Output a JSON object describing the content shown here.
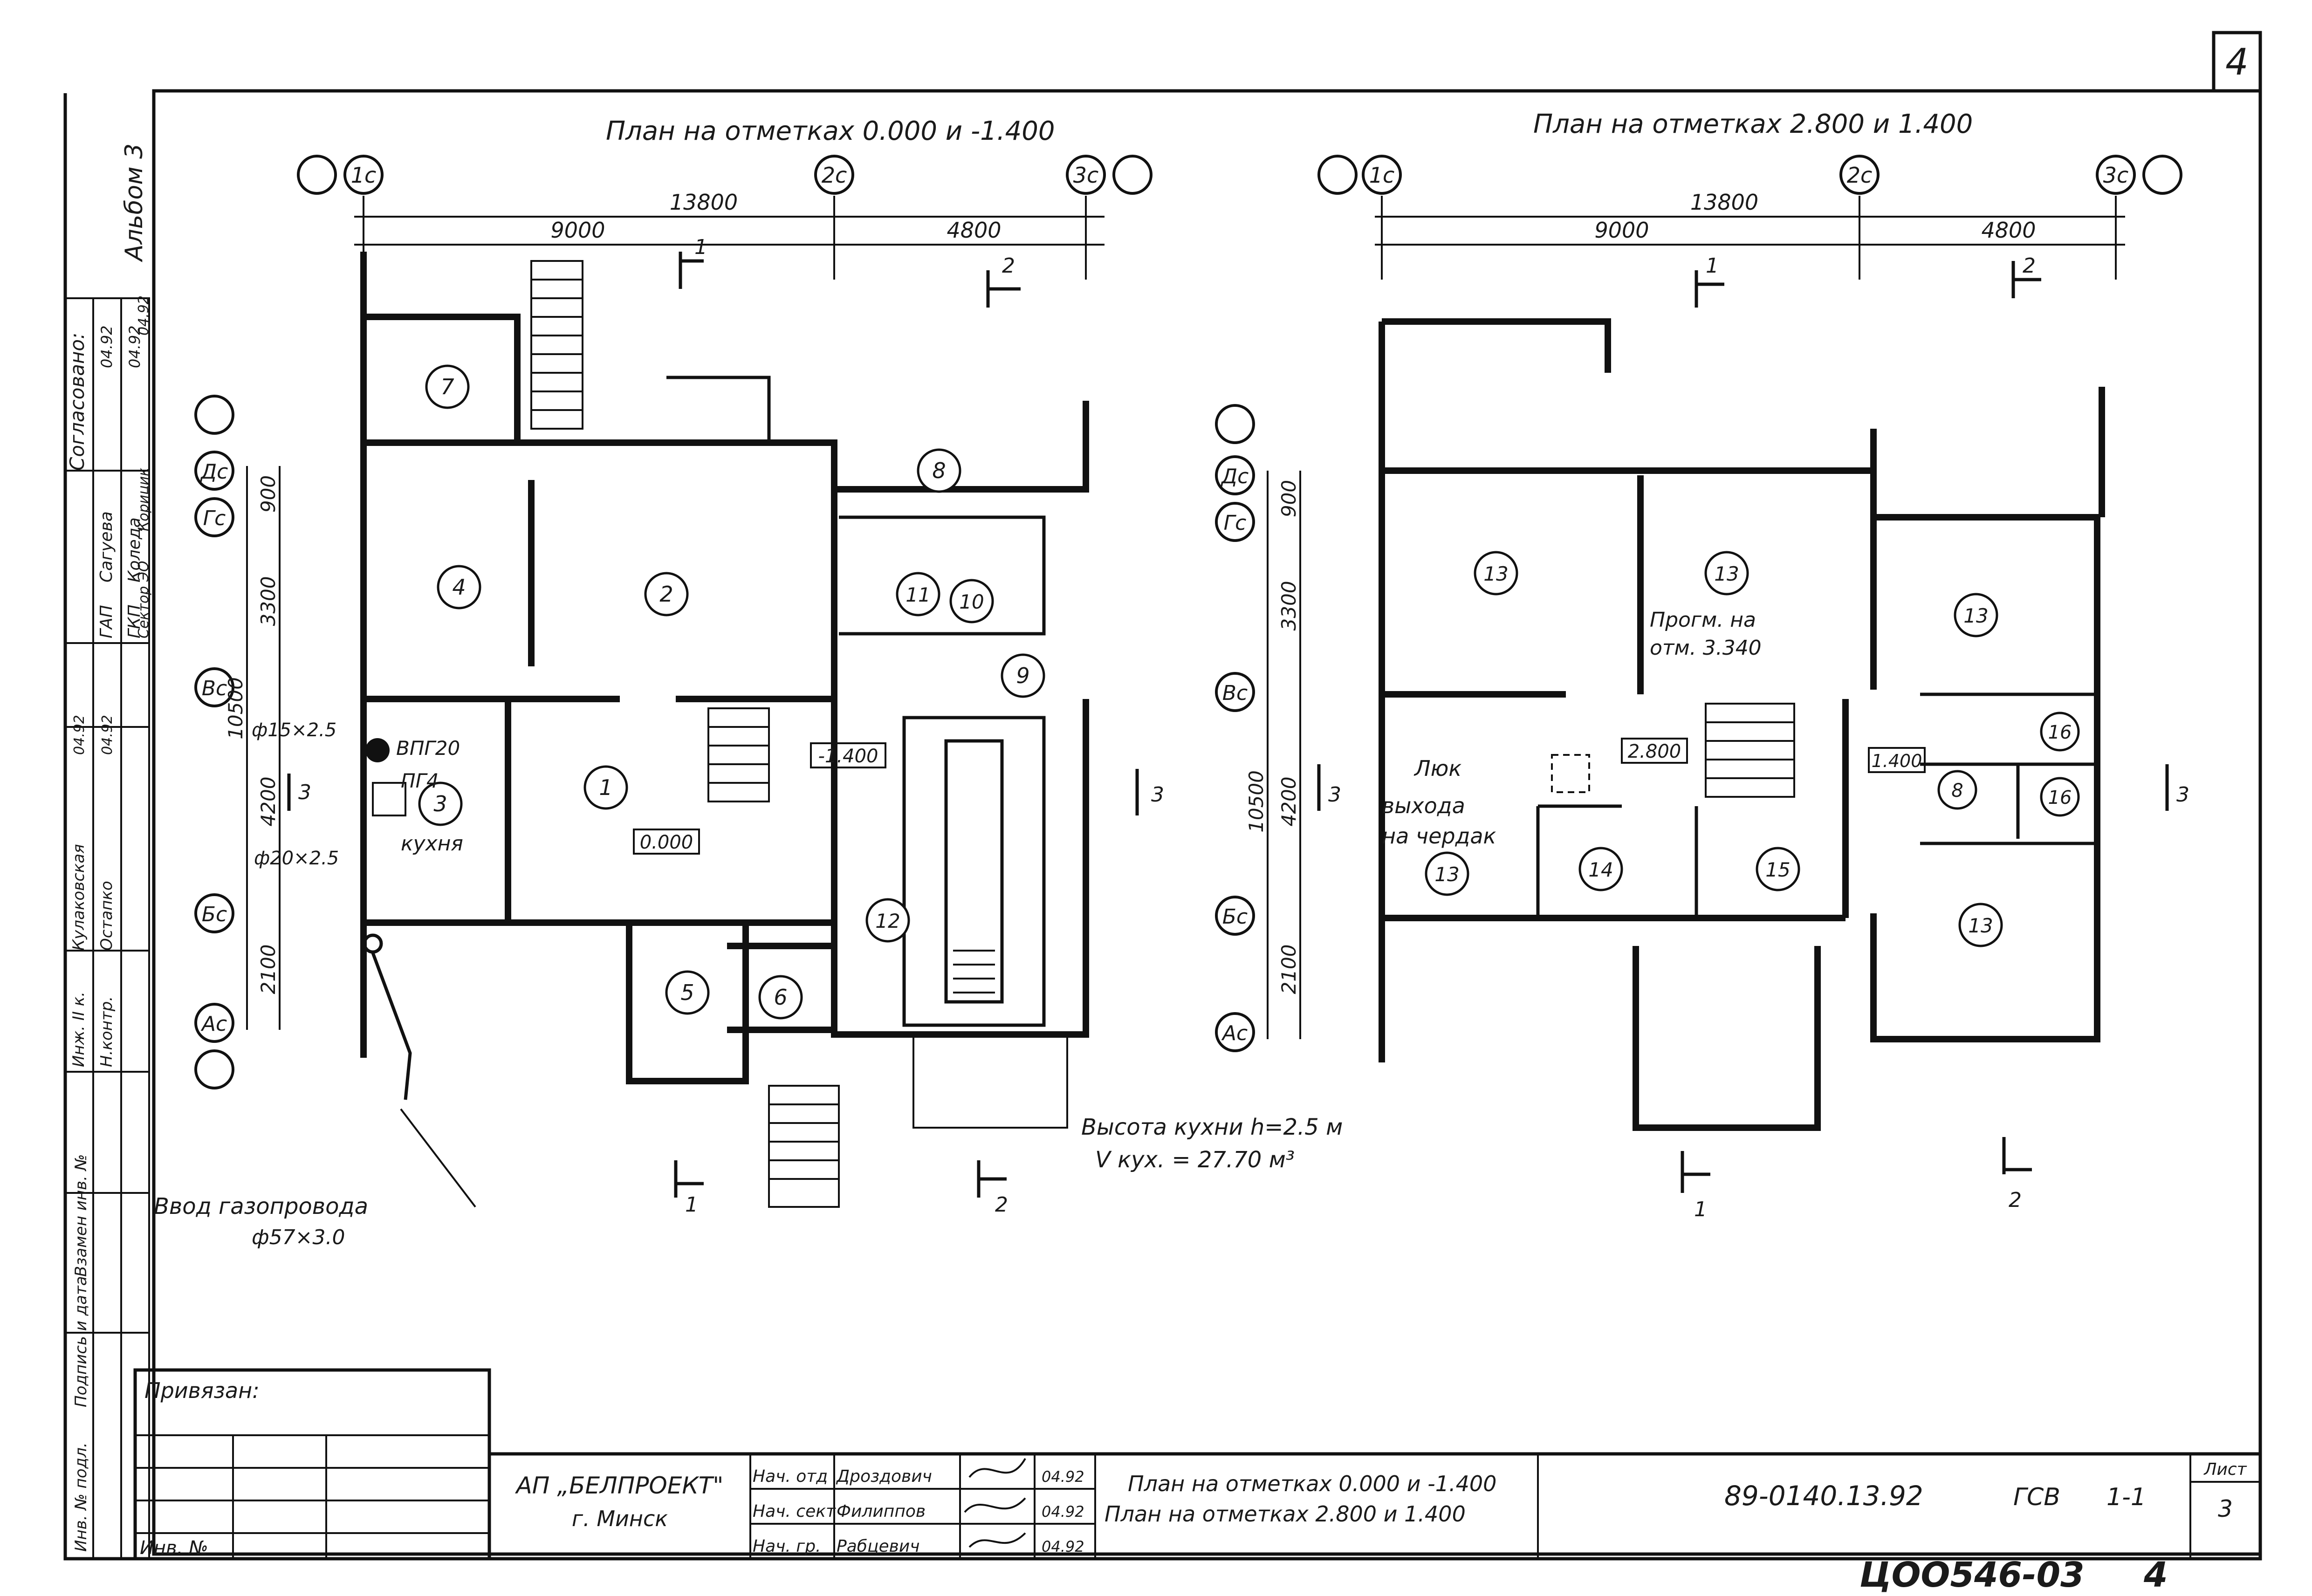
{
  "sheet_number_corner": "4",
  "album": "Альбом 3",
  "left_plan": {
    "title": "План на отметках 0.000 и -1.400",
    "axes_x": [
      "1с",
      "2с",
      "3с"
    ],
    "axes_y": [
      "Дс",
      "Гс",
      "Вс",
      "Бс",
      "Ас"
    ],
    "dim_total": "13800",
    "dim_a": "9000",
    "dim_b": "4800",
    "dim_v_total": "10500",
    "dim_v": [
      "900",
      "3300",
      "4200",
      "2100"
    ],
    "rooms": [
      "7",
      "4",
      "2",
      "8",
      "11",
      "10",
      "9",
      "1",
      "3",
      "5",
      "6",
      "12"
    ],
    "marks": [
      "0.000",
      "-1.400"
    ],
    "equip_1": "ВПГ20",
    "equip_2": "ПГ4",
    "kitchen": "кухня",
    "pipe_1": "ф15×2.5",
    "pipe_2": "ф20×2.5",
    "gas_input_1": "Ввод газопровода",
    "gas_input_2": "ф57×3.0",
    "section_labels": [
      "1",
      "2",
      "3",
      "1",
      "2",
      "3"
    ]
  },
  "right_plan": {
    "title": "План на отметках 2.800 и 1.400",
    "axes_x": [
      "1с",
      "2с",
      "3с"
    ],
    "axes_y": [
      "Дс",
      "Гс",
      "Вс",
      "Бс",
      "Ас"
    ],
    "dim_total": "13800",
    "dim_a": "9000",
    "dim_b": "4800",
    "dim_v_total": "10500",
    "dim_v": [
      "900",
      "3300",
      "4200",
      "2100"
    ],
    "rooms": [
      "13",
      "13",
      "13",
      "16",
      "8",
      "16",
      "13",
      "14",
      "15",
      "13"
    ],
    "marks": [
      "2.800",
      "1.400"
    ],
    "prog_1": "Прогм. на",
    "prog_2": "отм. 3.340",
    "hatch_1": "Люк",
    "hatch_2": "выхода",
    "hatch_3": "на чердак",
    "section_labels": [
      "1",
      "2",
      "3",
      "1",
      "2",
      "3"
    ]
  },
  "kitchen_note_1": "Высота кухни h=2.5 м",
  "kitchen_note_2": "V кух. = 27.70 м³",
  "left_table": {
    "agreed": "Согласовано:",
    "rows": [
      {
        "role": "ГАП",
        "name": "Сагуева",
        "date": "04.92"
      },
      {
        "role": "ГКП",
        "name": "Коледа",
        "date": "04.92"
      },
      {
        "role": "Сектор ЭО",
        "name": "Корицик",
        "date": "04.92"
      }
    ],
    "eng": [
      {
        "role": "Инж. II к.",
        "name": "Кулаковская",
        "date": "04.92"
      },
      {
        "role": "Н.контр.",
        "name": "Остапко",
        "date": "04.92"
      }
    ],
    "side_labels": [
      "Инв. № подл.",
      "Подпись и дата",
      "Взамен инв. №"
    ]
  },
  "stamp": {
    "bound": "Привязан:",
    "inv": "Инв. №",
    "org_1": "АП „БЕЛПРОЕКТ\"",
    "org_2": "г. Минск",
    "people": [
      {
        "role": "Нач. отд",
        "name": "Дроздович",
        "date": "04.92"
      },
      {
        "role": "Нач. сект",
        "name": "Филиппов",
        "date": "04.92"
      },
      {
        "role": "Нач. гр.",
        "name": "Рабцевич",
        "date": "04.92"
      }
    ],
    "title_1": "План на отметках 0.000 и -1.400",
    "title_2": "План на отметках 2.800 и 1.400",
    "code": "89-0140.13.92",
    "mark": "ГСВ",
    "sheet_ref": "1-1",
    "list_label": "Лист",
    "list_no": "3",
    "archive": "ЦОО546-03",
    "archive_sheet": "4"
  }
}
